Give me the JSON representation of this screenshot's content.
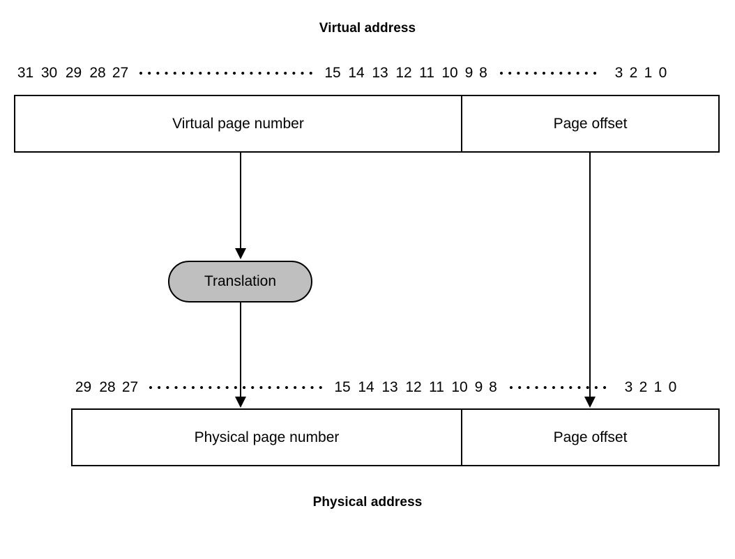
{
  "diagram": {
    "type": "virtual-to-physical-address-translation",
    "top_title": "Virtual address",
    "bottom_title": "Physical address",
    "translation_label": "Translation",
    "translation_fill_color": "#bfbfbf",
    "line_color": "#000000",
    "background_color": "#ffffff",
    "virtual_address": {
      "bit_labels": {
        "high_group": [
          "31",
          "30",
          "29",
          "28",
          "27"
        ],
        "mid_group": [
          "15",
          "14",
          "13",
          "12",
          "11",
          "10",
          "9",
          "8"
        ],
        "low_group": [
          "3",
          "2",
          "1",
          "0"
        ],
        "ellipsis": "⋯"
      },
      "fields": [
        {
          "name": "virtual-page-number",
          "label": "Virtual page number",
          "bits": "31-12"
        },
        {
          "name": "page-offset",
          "label": "Page offset",
          "bits": "11-0"
        }
      ]
    },
    "physical_address": {
      "bit_labels": {
        "high_group": [
          "29",
          "28",
          "27"
        ],
        "mid_group": [
          "15",
          "14",
          "13",
          "12",
          "11",
          "10",
          "9",
          "8"
        ],
        "low_group": [
          "3",
          "2",
          "1",
          "0"
        ],
        "ellipsis": "⋯"
      },
      "fields": [
        {
          "name": "physical-page-number",
          "label": "Physical page number",
          "bits": "29-12"
        },
        {
          "name": "page-offset",
          "label": "Page offset",
          "bits": "11-0"
        }
      ]
    },
    "arrows": [
      {
        "name": "vpn-to-translation",
        "from": "virtual page number",
        "to": "Translation"
      },
      {
        "name": "translation-to-ppn",
        "from": "Translation",
        "to": "physical page number"
      },
      {
        "name": "offset-passthrough",
        "from": "virtual page offset",
        "to": "physical page offset"
      }
    ]
  }
}
